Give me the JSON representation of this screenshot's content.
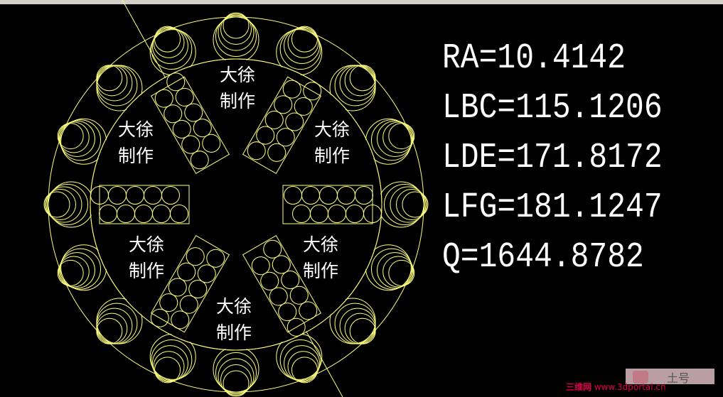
{
  "labels": {
    "author_line1": "大徐",
    "author_line2": "制作"
  },
  "results": {
    "ra": "RA=10.4142",
    "lbc": "LBC=115.1206",
    "lde": "LDE=171.8172",
    "lfg": "LFG=181.1247",
    "q": "Q=1644.8782"
  },
  "watermark": {
    "brand": "三维网",
    "url": "www.3dportal.cn",
    "badge": "土号"
  },
  "colors": {
    "background": "#000000",
    "geometry": "#ffff80",
    "text": "#ffffff",
    "watermark": "#e0004a"
  },
  "icons": {
    "watermark_logo": "watermark-logo-icon"
  }
}
